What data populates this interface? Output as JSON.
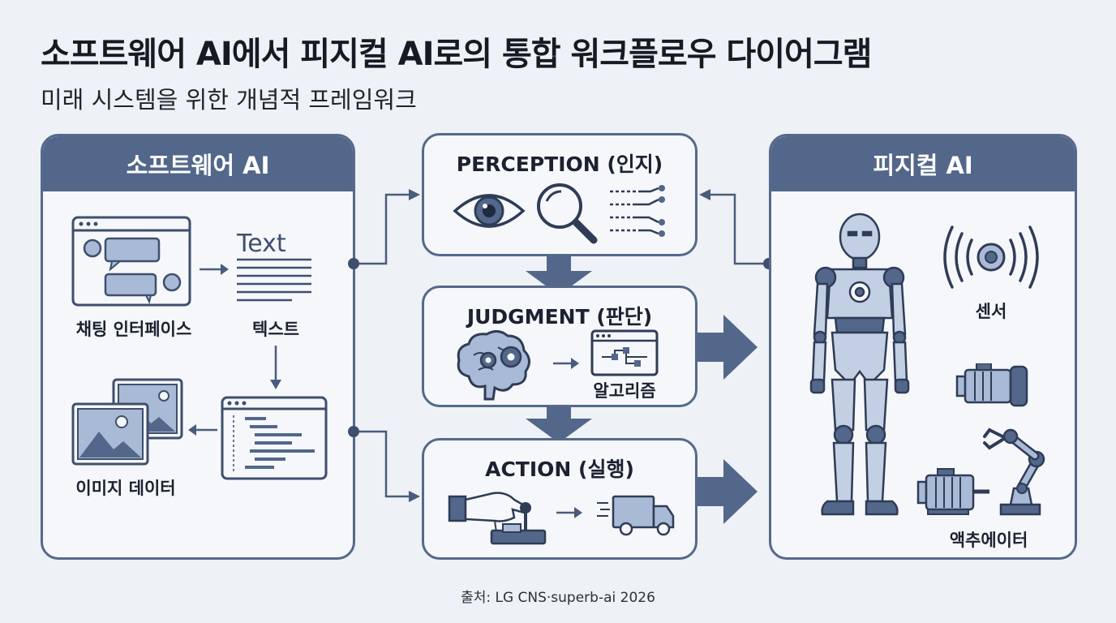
{
  "title": "소프트웨어 AI에서 피지컬 AI로의 통합 워크플로우 다이어그램",
  "subtitle": "미래 시스템을 위한 개념적 프레임워크",
  "software_panel": {
    "header": "소프트웨어 AI",
    "chat_label": "채팅 인터페이스",
    "text_glyph": "Text",
    "text_label": "텍스트",
    "image_label": "이미지 데이터"
  },
  "perception": {
    "title": "PERCEPTION (인지)"
  },
  "judgment": {
    "title": "JUDGMENT (판단)",
    "algorithm_label": "알고리즘"
  },
  "action": {
    "title": "ACTION (실행)"
  },
  "physical_panel": {
    "header": "피지컬 AI",
    "sensor_label": "센서",
    "actuator_label": "액추에이터"
  },
  "footer": "출처: LG CNS·superb-ai 2026",
  "colors": {
    "primary": "#52678a",
    "light": "#a9bad6",
    "background": "#eef1f5"
  }
}
